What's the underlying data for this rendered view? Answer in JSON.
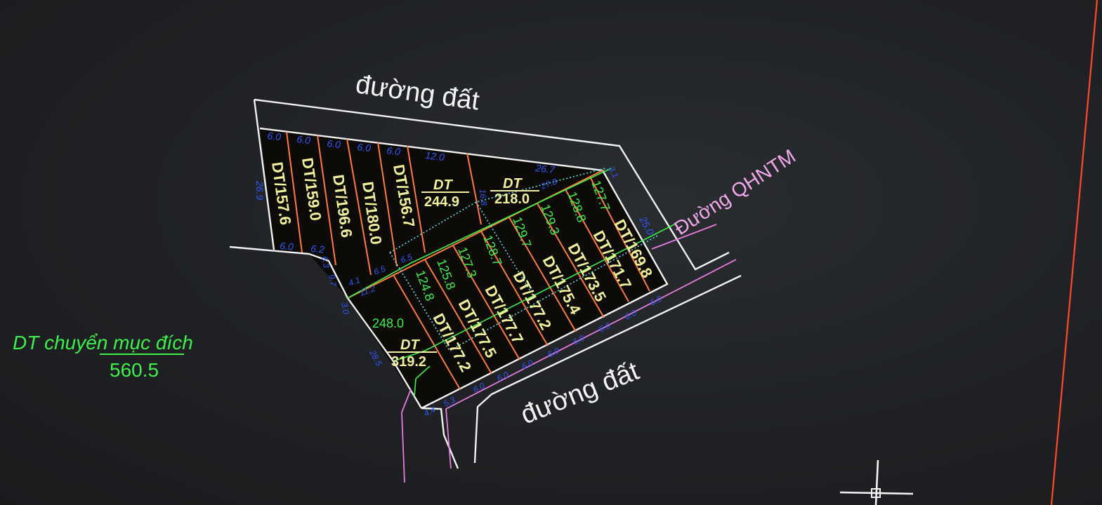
{
  "drawing": {
    "roads": {
      "top_road_label": "đường đất",
      "bottom_road_label": "đường đất",
      "planned_road_label": "Đường QHNTM"
    },
    "summary": {
      "title": "DT chuyển mục đích",
      "value": "560.5"
    },
    "top_frontage_widths": [
      "6.0",
      "6.0",
      "6.0",
      "6.0",
      "6.0",
      "12.0"
    ],
    "top_right_width": "26.7",
    "bottom_rear_widths": [
      "6.0",
      "6.2"
    ],
    "left_side_length": "26.9",
    "right_side_length": "25.0",
    "corner_length": "3.1",
    "upper_lots": [
      {
        "label": "DT/157.6"
      },
      {
        "label": "DT/159.0"
      },
      {
        "label": "DT/196.6"
      },
      {
        "label": "DT/180.0"
      },
      {
        "label": "DT/156.7"
      }
    ],
    "large_lots": [
      {
        "prefix": "DT",
        "area": "244.9"
      },
      {
        "prefix": "DT",
        "area": "218.0"
      },
      {
        "prefix": "DT",
        "area": "319.2"
      }
    ],
    "lower_lots": [
      {
        "label": "DT/177.2",
        "converted": "124.8"
      },
      {
        "label": "DT/177.5",
        "converted": "125.8"
      },
      {
        "label": "DT/177.7",
        "converted": "127.3"
      },
      {
        "label": "DT/177.2",
        "converted": "128.7"
      },
      {
        "label": "DT/175.4",
        "converted": "129.7"
      },
      {
        "label": "DT/173.5",
        "converted": "129.3"
      },
      {
        "label": "DT/171.7",
        "converted": "128.8"
      },
      {
        "label": "DT/169.8",
        "converted": "127.7"
      }
    ],
    "lower_frontage_widths": [
      "4.4",
      "5.3",
      "6.0",
      "6.0",
      "6.0",
      "6.0",
      "6.0",
      "6.0",
      "6.0",
      "6.0"
    ],
    "misc_dims": {
      "d_6_5a": "6.5",
      "d_6_5b": "6.5",
      "d_4_1": "4.1",
      "d_11_2": "11.2",
      "d_3_0": "3.0",
      "d_9_7": "9.7",
      "d_6_3": "6.3",
      "d_28_5": "28.5",
      "d_16_8": "16.8",
      "d_27_8": "27.8",
      "green_area": "248.0"
    },
    "colors": {
      "background": "#1f2124",
      "boundary": "#f2f2f2",
      "lot_divider": "#ff7a3c",
      "lot_label": "#f2f09a",
      "dimension": "#2f57ff",
      "converted_area": "#3df04a",
      "planned_road": "#e87be0",
      "viewport_border": "#ff4a2a"
    }
  }
}
